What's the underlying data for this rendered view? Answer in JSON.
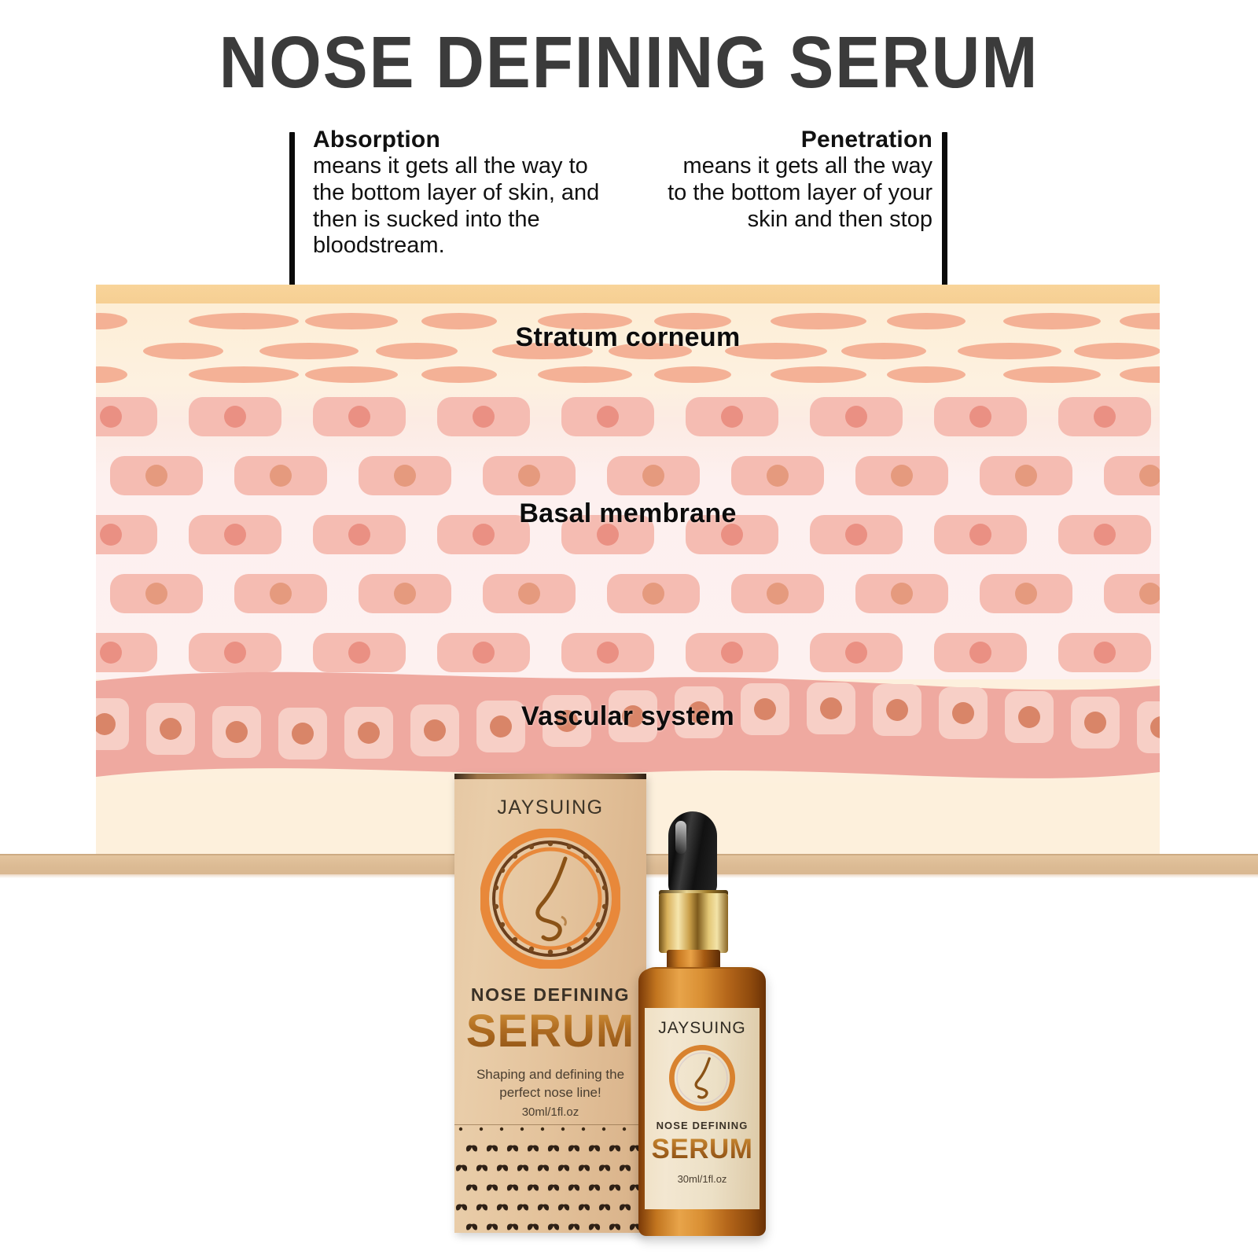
{
  "title": "NOSE DEFINING SERUM",
  "callouts": {
    "left": {
      "heading": "Absorption",
      "body": "means it gets all the way to the bottom layer of skin, and then is sucked into the bloodstream."
    },
    "right": {
      "heading": "Penetration",
      "body": "means it gets all the way to the bottom layer of your skin and then stop"
    }
  },
  "diagram": {
    "layers": [
      {
        "label": "Stratum corneum"
      },
      {
        "label": "Basal membrane"
      },
      {
        "label": "Vascular system"
      }
    ],
    "arrows": [
      {
        "name": "absorption-arrow",
        "target_layer": "Vascular system"
      },
      {
        "name": "penetration-arrow",
        "target_layer": "Basal membrane"
      }
    ]
  },
  "product": {
    "brand": "JAYSUING",
    "name_line1": "NOSE DEFINING",
    "name_line2": "SERUM",
    "tagline": "Shaping and defining the perfect nose line!",
    "volume": "30ml/1fl.oz",
    "emblem": "nose-profile-icon"
  },
  "colors": {
    "title_text": "#3b3b3b",
    "stratum_top": "#f6cf93",
    "stratum_bg": "#fdf1e0",
    "stratum_cell": "#f3ab8f",
    "basal_bg": "#fdf1f0",
    "basal_cell": "#f5bcb2",
    "basal_nucleus": "#ea9083",
    "vascular_band": "#efa9a0",
    "vascular_cell": "#f7cfc6",
    "vascular_nucleus": "#d98568",
    "subcutaneous": "#fdf0dc",
    "shelf": "#dcbb94",
    "box_kraft": "#e4c39c",
    "serum_gold": "#b06d22",
    "bottle_amber": "#c2751f",
    "arrow": "#0a0a0a"
  }
}
